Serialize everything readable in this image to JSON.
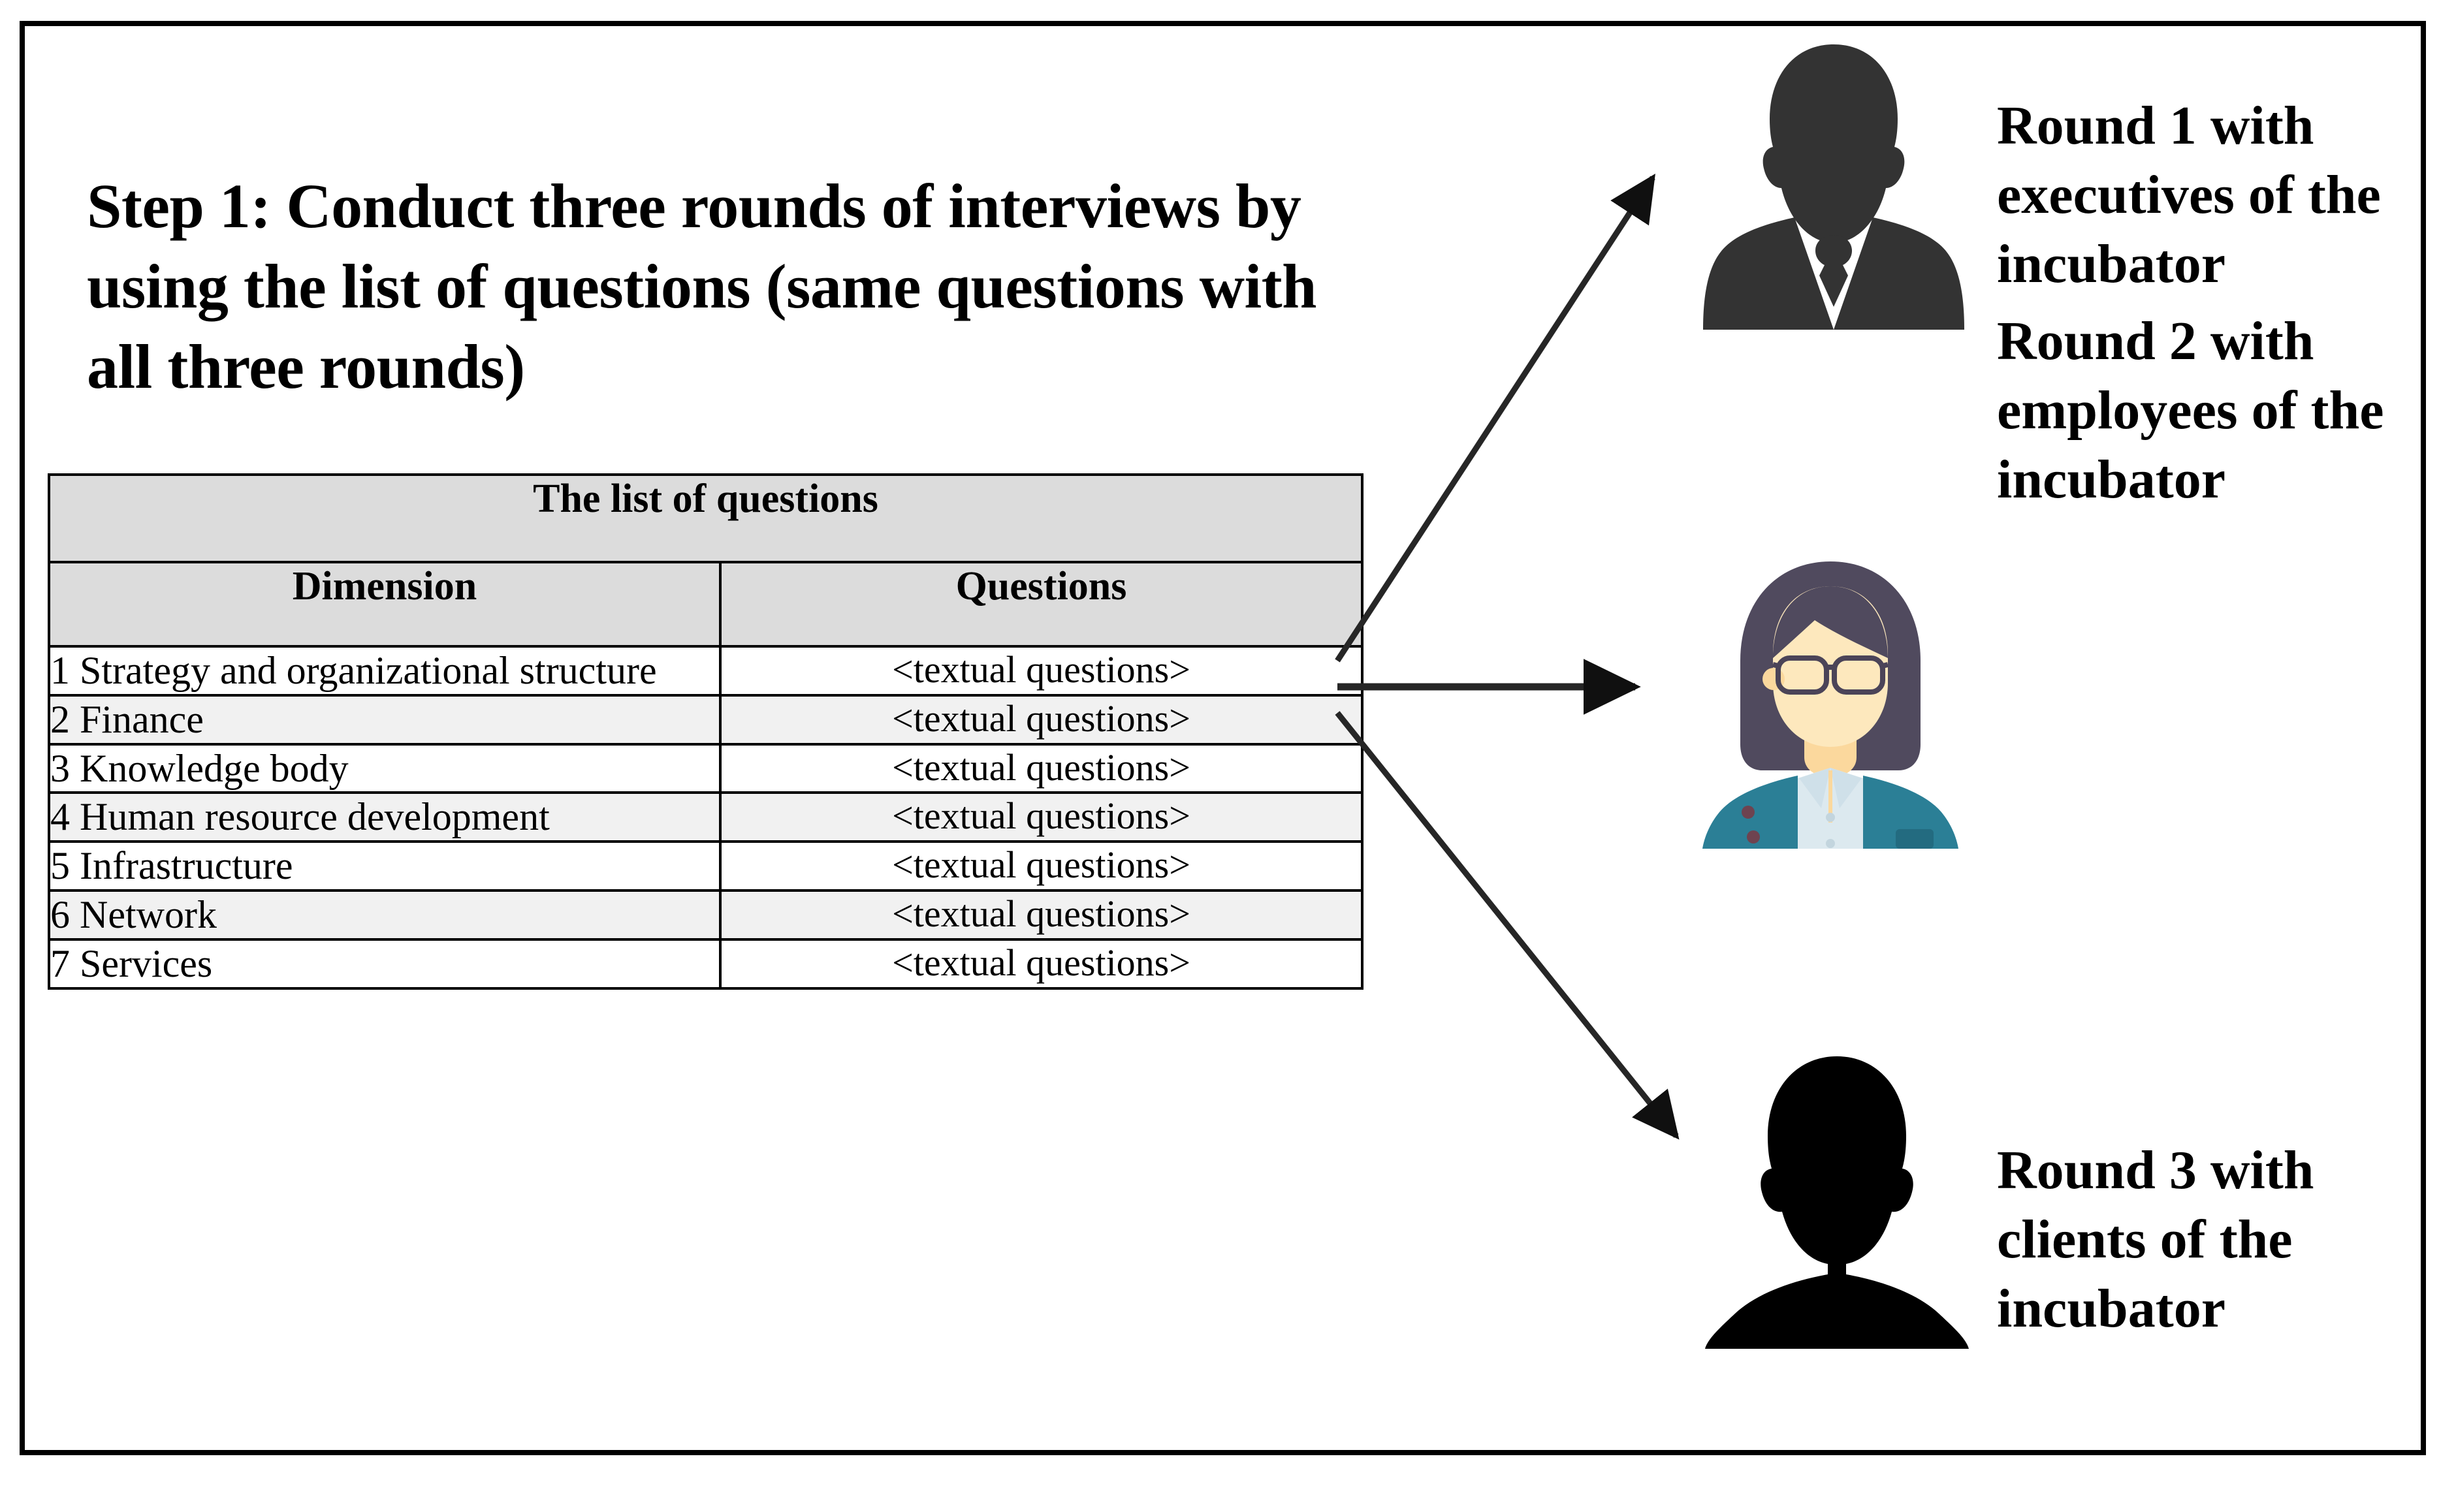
{
  "figure": {
    "heading": "Step 1: Conduct three rounds of interviews by using the list of questions (same questions with all three rounds)"
  },
  "table": {
    "title": "The list of questions",
    "columns": [
      "Dimension",
      "Questions"
    ],
    "rows": [
      {
        "dimension": "1 Strategy and organizational structure",
        "questions": "<textual questions>"
      },
      {
        "dimension": "2 Finance",
        "questions": "<textual questions>"
      },
      {
        "dimension": "3 Knowledge body",
        "questions": "<textual questions>"
      },
      {
        "dimension": "4 Human resource development",
        "questions": "<textual questions>"
      },
      {
        "dimension": "5 Infrastructure",
        "questions": "<textual questions>"
      },
      {
        "dimension": "6 Network",
        "questions": "<textual questions>"
      },
      {
        "dimension": "7 Services",
        "questions": "<textual questions>"
      }
    ]
  },
  "rounds": [
    {
      "label": "Round 1 with executives of the incubator",
      "icon": "executive-avatar-icon"
    },
    {
      "label": "Round 2 with employees of the incubator",
      "icon": "employee-avatar-icon"
    },
    {
      "label": "Round 3 with clients of the incubator",
      "icon": "client-avatar-icon"
    }
  ],
  "colors": {
    "frame": "#000000",
    "header_fill": "#dcdcdc",
    "row_alt_fill": "#f1f1f1",
    "executive_icon": "#333333",
    "client_icon": "#000000",
    "employee_hair": "#504a5e",
    "employee_skin": "#fde8bd",
    "employee_blazer": "#2b7f96",
    "employee_shirt": "#dce9ef",
    "arrow": "#262626"
  }
}
